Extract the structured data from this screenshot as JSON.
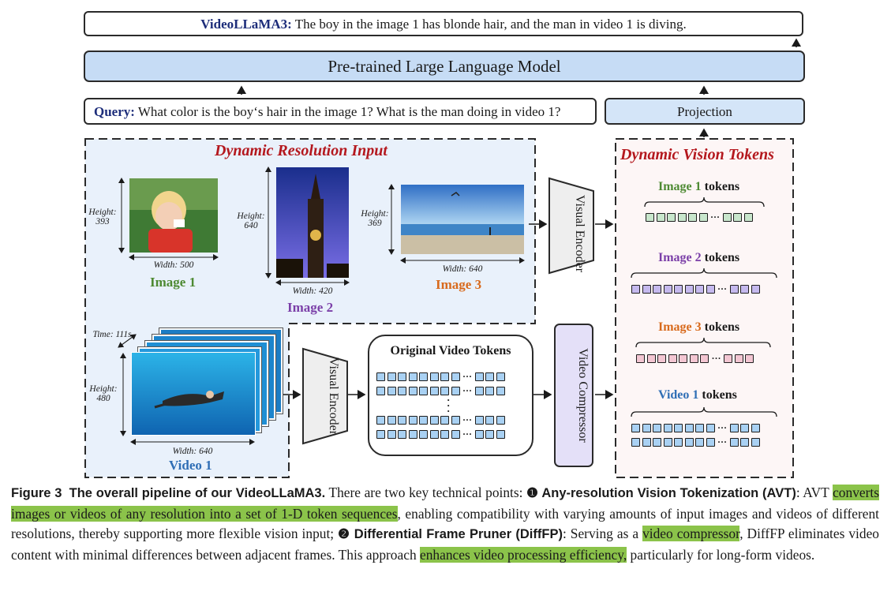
{
  "answer": {
    "prefix": "VideoLLaMA3:",
    "text": " The boy in the image 1 has blonde hair, and the man in video 1 is diving."
  },
  "llm_label": "Pre-trained Large Language Model",
  "query": {
    "prefix": "Query:",
    "text": " What color is the boy‘s hair in the image 1? What is the man doing in video 1?"
  },
  "projection_label": "Projection",
  "input_title": "Dynamic Resolution Input",
  "tokens_title": "Dynamic Vision Tokens",
  "images": [
    {
      "name": "Image 1",
      "height": "Height: 393",
      "width": "Width: 500",
      "color": "#4e8a33"
    },
    {
      "name": "Image 2",
      "height": "Height: 640",
      "width": "Width: 420",
      "color": "#7b3fa8"
    },
    {
      "name": "Image 3",
      "height": "Height: 369",
      "width": "Width: 640",
      "color": "#d86a1c"
    }
  ],
  "video": {
    "name": "Video 1",
    "time": "Time: 111s",
    "height": "Height: 480",
    "width": "Width: 640",
    "color": "#2f6eb5"
  },
  "visual_encoder_label": "Visual Encoder",
  "video_compressor_label": "Video Compressor",
  "original_video_tokens": "Original Video Tokens",
  "tokens_word": "tokens",
  "token_colors": {
    "image1": "#c8e6cc",
    "image2": "#c5b9ee",
    "image3": "#f3c6d2",
    "video": "#a9d1f3"
  },
  "caption": {
    "fig": "Figure 3",
    "title": "The overall pipeline of our VideoLLaMA3.",
    "t1": " There are two key technical points: ",
    "b1": "❶ Any-resolution Vision Tokenization (AVT)",
    "t2": ": AVT ",
    "h1": "converts images or videos of any resolution into a set of 1-D token sequences",
    "t3": ", enabling compatibility with varying amounts of input images and videos of different resolutions, thereby supporting more flexible vision input; ",
    "b2": "❷ Differential Frame Pruner (DiffFP)",
    "t4": ": Serving as a ",
    "h2": "video compressor",
    "t5": ", DiffFP eliminates video content with minimal differences between adjacent frames. This approach ",
    "h3": "enhances video processing efficiency,",
    "t6": " particularly for long-form videos."
  }
}
